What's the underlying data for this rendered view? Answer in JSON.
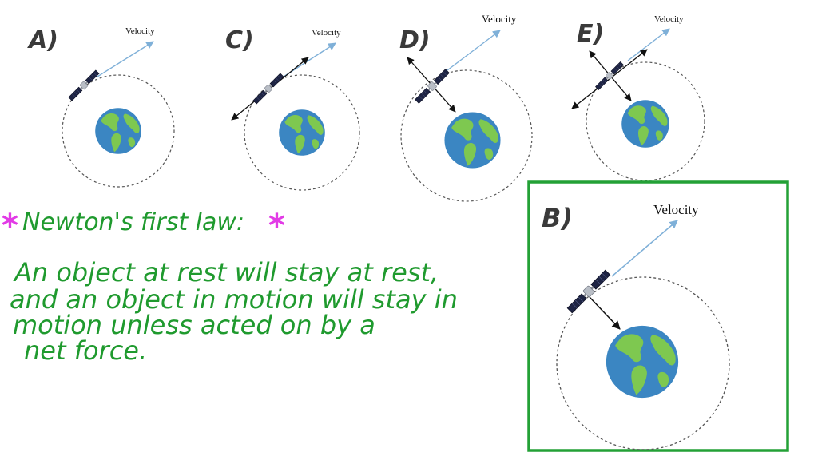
{
  "colors": {
    "handwriting_green": "#1f9a2e",
    "asterisk_magenta": "#e23be6",
    "label_gray": "#3a3a3a",
    "velocity_arrow": "#7fb0d8",
    "force_arrow": "#111111",
    "orbit": "#555555",
    "highlight_box": "#23a136",
    "ocean": "#3b86c2",
    "land": "#7ec850"
  },
  "diagrams": [
    {
      "label": "A)",
      "velocity_label": "Velocity",
      "arrow_type": "none"
    },
    {
      "label": "C)",
      "velocity_label": "Velocity",
      "arrow_type": "tangent-double"
    },
    {
      "label": "D)",
      "velocity_label": "Velocity",
      "arrow_type": "radial-double"
    },
    {
      "label": "E)",
      "velocity_label": "Velocity",
      "arrow_type": "both-double"
    },
    {
      "label": "B)",
      "velocity_label": "Velocity",
      "arrow_type": "inward",
      "highlighted": true
    }
  ],
  "note": {
    "heading": "Newton's first law:",
    "asterisk": "*",
    "lines": [
      "An object at rest will stay at rest,",
      "and an object in motion will stay in",
      "motion unless acted on by a",
      "net force."
    ]
  }
}
